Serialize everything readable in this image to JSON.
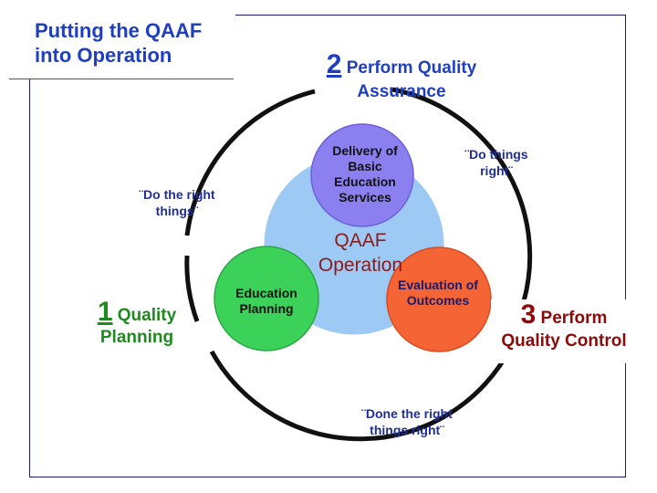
{
  "title": "Putting the QAAF into Operation",
  "steps": {
    "two": {
      "number": "2",
      "label": "Perform Quality Assurance"
    },
    "one": {
      "number": "1",
      "label_a": "Quality",
      "label_b": "Planning"
    },
    "three": {
      "number": "3",
      "label": "Perform Quality Control"
    }
  },
  "quotes": {
    "right_things": "¨Do the right things¨",
    "things_right": "¨Do things right¨",
    "done_right": "¨Done the right things right¨"
  },
  "center": {
    "label": "QAAF Operation",
    "color": "#9dcaf5"
  },
  "circles": {
    "delivery": {
      "label": "Delivery of Basic Education Services",
      "color": "#8c80f0"
    },
    "education_planning": {
      "label": "Education Planning",
      "color": "#3cd25a"
    },
    "evaluation": {
      "label": "Evaluation of Outcomes",
      "color": "#f56435"
    }
  },
  "colors": {
    "step1": "#1f8a1f",
    "step2": "#1f3fc0",
    "step3": "#8b0a0a",
    "title": "#1f3fc0"
  }
}
